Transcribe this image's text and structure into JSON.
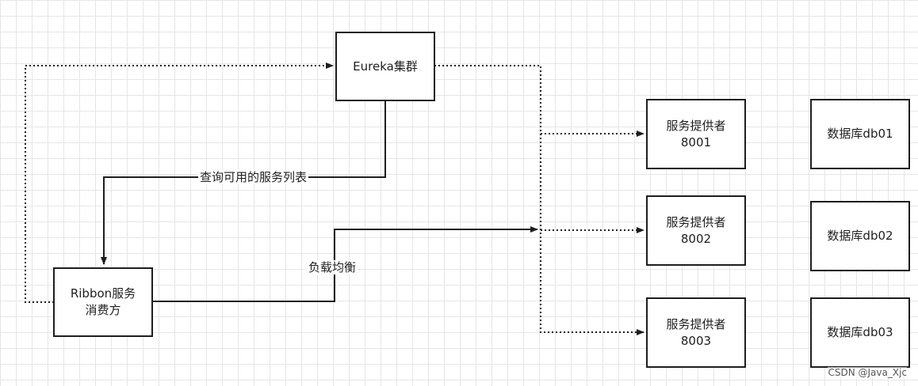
{
  "nodes": {
    "eureka": "Eureka集群",
    "consumer": "Ribbon服务\n消费方",
    "provider1": "服务提供者\n8001",
    "provider2": "服务提供者\n8002",
    "provider3": "服务提供者\n8003",
    "db1": "数据库db01",
    "db2": "数据库db02",
    "db3": "数据库db03"
  },
  "edges": {
    "query_label": "查询可用的服务列表",
    "loadbalance_label": "负载均衡"
  },
  "watermark": "CSDN @Java_Xjc",
  "colors": {
    "stroke": "#1e1e1e",
    "grid": "#e6e6e6",
    "background": "#ffffff"
  }
}
